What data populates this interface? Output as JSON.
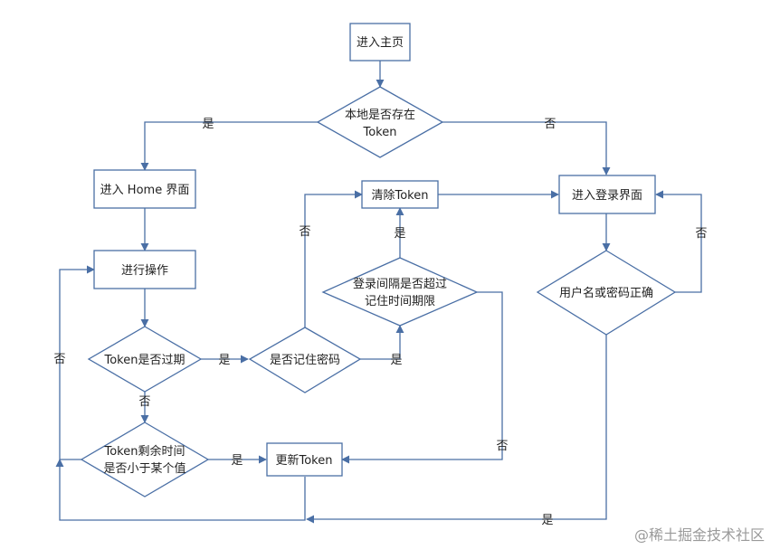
{
  "nodes": {
    "enter_home_page": "进入主页",
    "local_token_exists_l1": "本地是否存在",
    "local_token_exists_l2": "Token",
    "enter_home_screen": "进入 Home 界面",
    "do_operation": "进行操作",
    "token_expired": "Token是否过期",
    "token_remaining_l1": "Token剩余时间",
    "token_remaining_l2": "是否小于某个值",
    "remember_password": "是否记住密码",
    "login_interval_l1": "登录间隔是否超过",
    "login_interval_l2": "记住时间期限",
    "clear_token": "清除Token",
    "refresh_token": "更新Token",
    "enter_login_screen": "进入登录界面",
    "credentials_correct": "用户名或密码正确"
  },
  "edge_labels": {
    "yes": "是",
    "no": "否"
  },
  "watermark": "@稀土掘金技术社区",
  "colors": {
    "stroke": "#4a6fa5",
    "text": "#1f1f1f",
    "watermark": "#9a9a9a"
  }
}
